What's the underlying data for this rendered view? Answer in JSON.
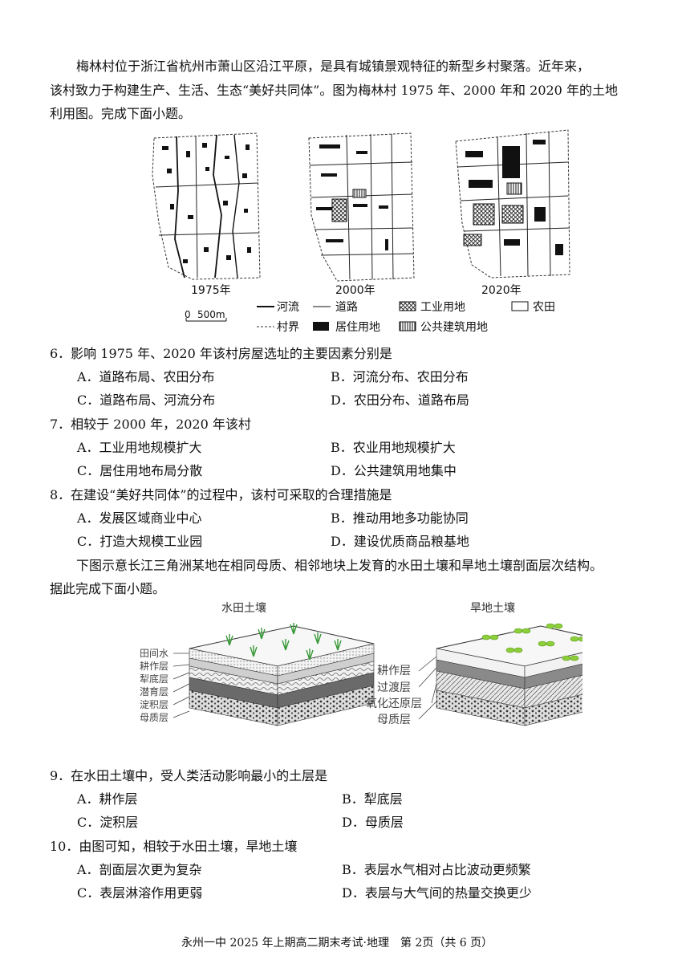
{
  "intro1": {
    "line1": "梅林村位于浙江省杭州市萧山区沿江平原，是具有城镇景观特征的新型乡村聚落。近年来，",
    "line2": "该村致力于构建生产、生活、生态“美好共同体”。图为梅林村 1975 年、2000 年和 2020 年的土地",
    "line3": "利用图。完成下面小题。"
  },
  "map_figure": {
    "years": [
      "1975年",
      "2000年",
      "2020年"
    ],
    "scale": {
      "zero": "0",
      "distance": "500m"
    },
    "legend": {
      "river": "河流",
      "road": "道路",
      "industrial": "工业用地",
      "farmland": "农田",
      "boundary": "村界",
      "residential": "居住用地",
      "public": "公共建筑用地"
    }
  },
  "q6": {
    "stem": "6．影响 1975 年、2020 年该村房屋选址的主要因素分别是",
    "A": "A．道路布局、农田分布",
    "B": "B．河流分布、农田分布",
    "C": "C．道路布局、河流分布",
    "D": "D．农田分布、道路布局"
  },
  "q7": {
    "stem": "7．相较于 2000 年，2020 年该村",
    "A": "A．工业用地规模扩大",
    "B": "B．农业用地规模扩大",
    "C": "C．居住用地布局分散",
    "D": "D．公共建筑用地集中"
  },
  "q8": {
    "stem": "8．在建设“美好共同体”的过程中，该村可采取的合理措施是",
    "A": "A．发展区域商业中心",
    "B": "B．推动用地多功能协同",
    "C": "C．打造大规模工业园",
    "D": "D．建设优质商品粮基地"
  },
  "intro2": {
    "line1": "下图示意长江三角洲某地在相同母质、相邻地块上发育的水田土壤和旱地土壤剖面层次结构。",
    "line2": "据此完成下面小题。"
  },
  "soil_figure": {
    "paddy_title": "水田土壤",
    "dry_title": "旱地土壤",
    "paddy_layers": [
      "田间水",
      "耕作层",
      "犁底层",
      "潜育层",
      "淀积层",
      "母质层"
    ],
    "dry_layers": [
      "耕作层",
      "过渡层",
      "氧化还原层",
      "母质层"
    ]
  },
  "q9": {
    "stem": "9．在水田土壤中，受人类活动影响最小的土层是",
    "A": "A．耕作层",
    "B": "B．犁底层",
    "C": "C．淀积层",
    "D": "D．母质层"
  },
  "q10": {
    "stem": "10．由图可知，相较于水田土壤，旱地土壤",
    "A": "A．剖面层次更为复杂",
    "B": "B．表层水气相对占比波动更频繁",
    "C": "C．表层淋溶作用更弱",
    "D": "D．表层与大气间的热量交换更少"
  },
  "footer": "永州一中 2025 年上期高二期末考试·地理　第 2页（共 6 页）"
}
